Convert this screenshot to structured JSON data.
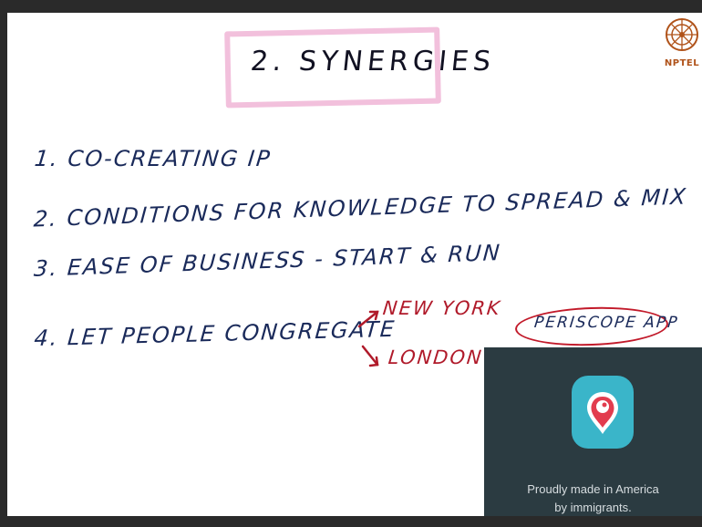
{
  "slide": {
    "title": "2. SYNERGIES",
    "points": [
      "1. CO-CREATING IP",
      "2. CONDITIONS FOR KNOWLEDGE TO SPREAD & MIX",
      "3. EASE OF BUSINESS - START & RUN",
      "4. LET PEOPLE CONGREGATE"
    ],
    "cities": [
      "NEW YORK",
      "LONDON"
    ],
    "periscope_label": "PERISCOPE APP",
    "logo_text": "NPTEL",
    "colors": {
      "ink": "#1a2a5a",
      "red": "#b01a2a",
      "highlight": "#f2c0dc",
      "panel": "#2b3b41",
      "periscope_red": "#e23c4e",
      "periscope_teal": "#3ab5c9",
      "logo": "#b0531a"
    }
  },
  "video": {
    "app_icon": "periscope-app-icon",
    "tagline_line1": "Proudly made in America",
    "tagline_line2": "by immigrants."
  }
}
